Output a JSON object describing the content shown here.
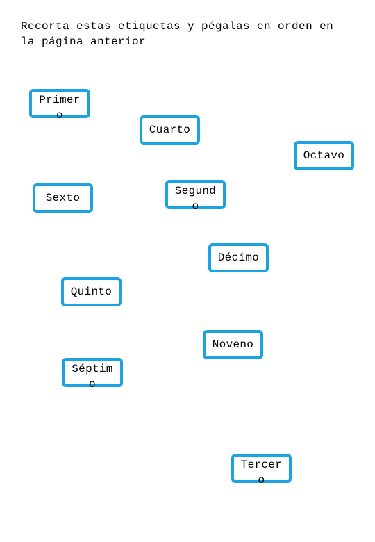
{
  "instructions": "Recorta estas etiquetas y pégalas en orden en\nla página anterior",
  "labels": {
    "primer": "Primer\no",
    "cuarto": "Cuarto",
    "octavo": "Octavo",
    "sexto": "Sexto",
    "segundo": "Segund\no",
    "decimo": "Décimo",
    "quinto": "Quinto",
    "noveno": "Noveno",
    "septimo": "Séptim\no",
    "tercero": "Tercer\no"
  },
  "colors": {
    "label_border": "#1aa3e0",
    "background": "#ffffff",
    "text": "#000000"
  }
}
